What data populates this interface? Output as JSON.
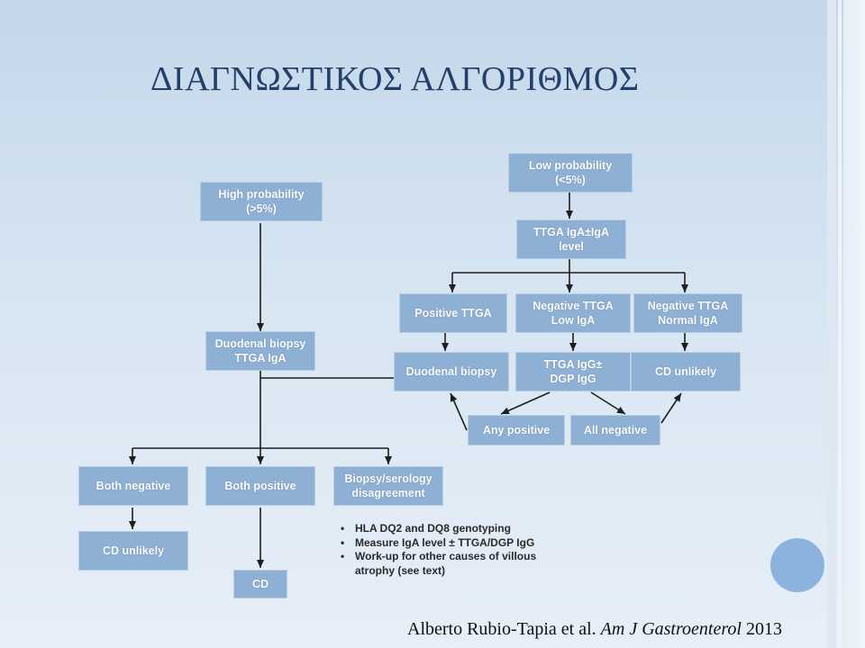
{
  "title": "ΔΙΑΓΝΩΣΤΙΚΟΣ ΑΛΓΟΡΙΘΜΟΣ",
  "boxes": {
    "low_probability": [
      "Low probability",
      "(<5%)"
    ],
    "ttga_iga_level": [
      "TTGA IgA±IgA",
      "level"
    ],
    "high_probability": [
      "High probability",
      "(>5%)"
    ],
    "positive_ttga": [
      "Positive TTGA"
    ],
    "negative_ttga_low_iga": [
      "Negative TTGA",
      "Low IgA"
    ],
    "negative_ttga_normal_iga": [
      "Negative TTGA",
      "Normal IgA"
    ],
    "duodenal_biopsy_ttga_iga": [
      "Duodenal biopsy",
      "TTGA IgA"
    ],
    "duodenal_biopsy": [
      "Duodenal biopsy"
    ],
    "ttga_igg_dgp_igg": [
      "TTGA IgG±",
      "DGP IgG"
    ],
    "cd_unlikely_top": [
      "CD unlikely"
    ],
    "any_positive": [
      "Any positive"
    ],
    "all_negative": [
      "All negative"
    ],
    "both_negative": [
      "Both negative"
    ],
    "both_positive": [
      "Both positive"
    ],
    "biopsy_serology_disagreement": [
      "Biopsy/serology",
      "disagreement"
    ],
    "cd_unlikely_bottom": [
      "CD unlikely"
    ],
    "cd": [
      "CD"
    ]
  },
  "bullets": [
    "HLA DQ2 and DQ8 genotyping",
    "Measure IgA level ± TTGA/DGP IgG",
    "Work-up for other causes of villous atrophy (see text)"
  ],
  "citation": {
    "authors": "Alberto Rubio-Tapia et al. ",
    "journal": "Am J Gastroenterol",
    "year": " 2013"
  },
  "colors": {
    "box_fill": "#8eb0d4",
    "box_border": "#b9cde3",
    "title": "#23406a",
    "accent_circle": "#8cb3de"
  }
}
